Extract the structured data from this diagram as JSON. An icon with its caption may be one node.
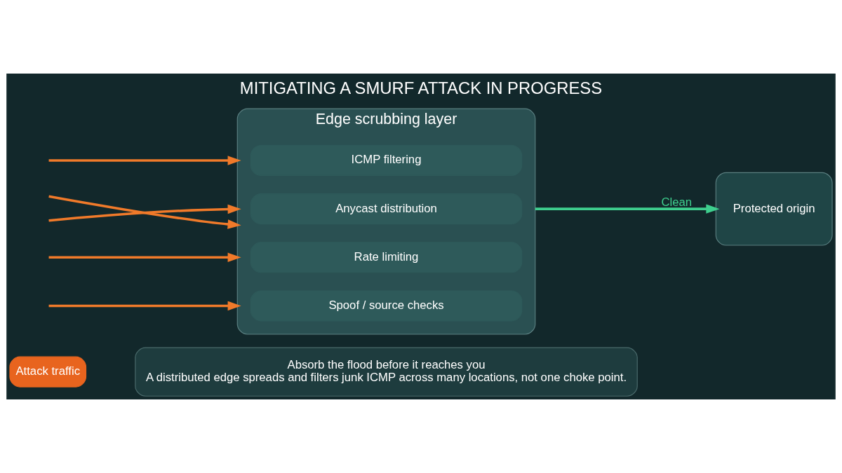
{
  "diagram": {
    "title": "MITIGATING A SMURF ATTACK IN PROGRESS",
    "nodes": [
      {
        "text": [
          "Attack traffic"
        ]
      },
      {
        "text": [
          "Edge scrubbing layer"
        ]
      },
      {
        "text": [
          "Anycast distribution"
        ],
        "in": 1
      },
      {
        "text": [
          "ICMP filtering"
        ],
        "in": 1
      },
      {
        "text": [
          "Rate limiting"
        ],
        "in": 1
      },
      {
        "text": [
          "Spoof / source checks"
        ],
        "in": 1
      },
      {
        "text": [
          "Protected origin"
        ]
      },
      {
        "text": [
          "Absorb the flood before it reaches you",
          "A distributed edge spreads and filters junk ICMP across many locations, not one choke point."
        ]
      }
    ],
    "edges": [
      {
        "from": null,
        "to": 1,
        "arrow": "to"
      },
      {
        "from": null,
        "to": 1,
        "arrow": "to"
      },
      {
        "from": null,
        "to": 1,
        "arrow": "to"
      },
      {
        "from": null,
        "to": 1,
        "arrow": "to"
      },
      {
        "from": null,
        "to": 1,
        "arrow": "to"
      },
      {
        "from": 1,
        "to": 6,
        "arrow": "to",
        "label": "Clean",
        "color": "#3ecf8e"
      }
    ]
  }
}
